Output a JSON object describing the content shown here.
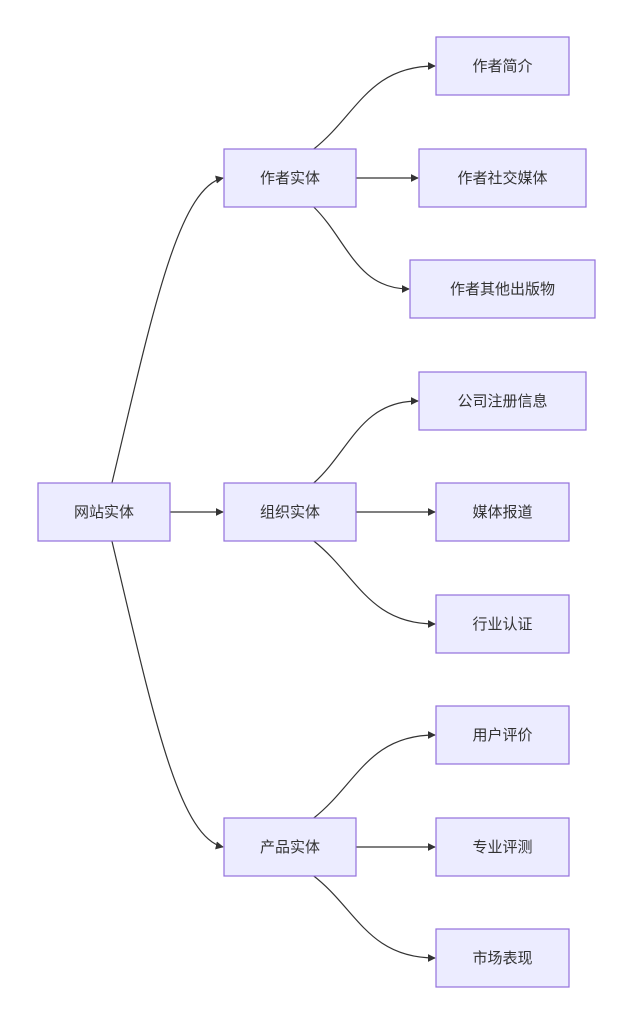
{
  "diagram": {
    "type": "flowchart",
    "direction": "LR",
    "colors": {
      "node_fill": "#ECECFF",
      "node_border": "#9370DB",
      "text": "#333333",
      "edge": "#333333",
      "background": "#ffffff"
    },
    "nodes": [
      {
        "id": "site",
        "label": "网站实体"
      },
      {
        "id": "author",
        "label": "作者实体"
      },
      {
        "id": "org",
        "label": "组织实体"
      },
      {
        "id": "product",
        "label": "产品实体"
      },
      {
        "id": "author_bio",
        "label": "作者简介"
      },
      {
        "id": "author_social",
        "label": "作者社交媒体"
      },
      {
        "id": "author_pubs",
        "label": "作者其他出版物"
      },
      {
        "id": "org_reg",
        "label": "公司注册信息"
      },
      {
        "id": "org_media",
        "label": "媒体报道"
      },
      {
        "id": "org_cert",
        "label": "行业认证"
      },
      {
        "id": "prod_reviews",
        "label": "用户评价"
      },
      {
        "id": "prod_expert",
        "label": "专业评测"
      },
      {
        "id": "prod_market",
        "label": "市场表现"
      }
    ],
    "edges": [
      {
        "from": "site",
        "to": "author"
      },
      {
        "from": "site",
        "to": "org"
      },
      {
        "from": "site",
        "to": "product"
      },
      {
        "from": "author",
        "to": "author_bio"
      },
      {
        "from": "author",
        "to": "author_social"
      },
      {
        "from": "author",
        "to": "author_pubs"
      },
      {
        "from": "org",
        "to": "org_reg"
      },
      {
        "from": "org",
        "to": "org_media"
      },
      {
        "from": "org",
        "to": "org_cert"
      },
      {
        "from": "product",
        "to": "prod_reviews"
      },
      {
        "from": "product",
        "to": "prod_expert"
      },
      {
        "from": "product",
        "to": "prod_market"
      }
    ]
  }
}
